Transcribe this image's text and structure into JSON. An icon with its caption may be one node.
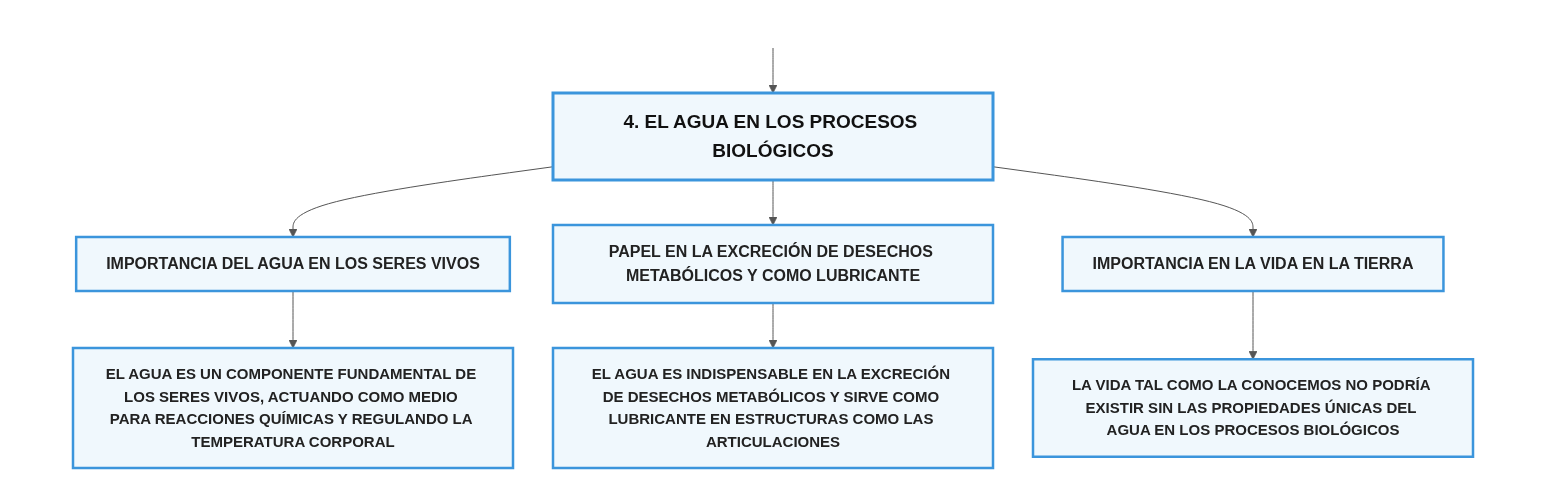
{
  "diagram": {
    "nodes": [
      {
        "text": [
          "4. EL AGUA EN LOS PROCESOS BIOLÓGICOS"
        ]
      },
      {
        "text": [
          "IMPORTANCIA DEL AGUA EN LOS SERES VIVOS"
        ]
      },
      {
        "text": [
          "PAPEL EN LA EXCRECIÓN DE DESECHOS METABÓLICOS Y COMO LUBRICANTE"
        ]
      },
      {
        "text": [
          "IMPORTANCIA EN LA VIDA EN LA TIERRA"
        ]
      },
      {
        "text": [
          "EL AGUA ES UN COMPONENTE FUNDAMENTAL DE LOS SERES VIVOS, ACTUANDO COMO MEDIO PARA REACCIONES QUÍMICAS Y REGULANDO LA TEMPERATURA CORPORAL"
        ]
      },
      {
        "text": [
          "EL AGUA ES INDISPENSABLE EN LA EXCRECIÓN DE DESECHOS METABÓLICOS Y SIRVE COMO LUBRICANTE EN ESTRUCTURAS COMO LAS ARTICULACIONES"
        ]
      },
      {
        "text": [
          "LA VIDA TAL COMO LA CONOCEMOS NO PODRÍA EXISTIR SIN LAS PROPIEDADES ÚNICAS DEL AGUA EN LOS PROCESOS BIOLÓGICOS"
        ]
      }
    ],
    "edges": [
      {
        "from": null,
        "to": 0,
        "arrow": "to"
      },
      {
        "from": 0,
        "to": 1,
        "arrow": "to"
      },
      {
        "from": 0,
        "to": 2,
        "arrow": "to"
      },
      {
        "from": 0,
        "to": 3,
        "arrow": "to"
      },
      {
        "from": 1,
        "to": 4,
        "arrow": "to"
      },
      {
        "from": 2,
        "to": 5,
        "arrow": "to"
      },
      {
        "from": 3,
        "to": 6,
        "arrow": "to"
      }
    ]
  }
}
